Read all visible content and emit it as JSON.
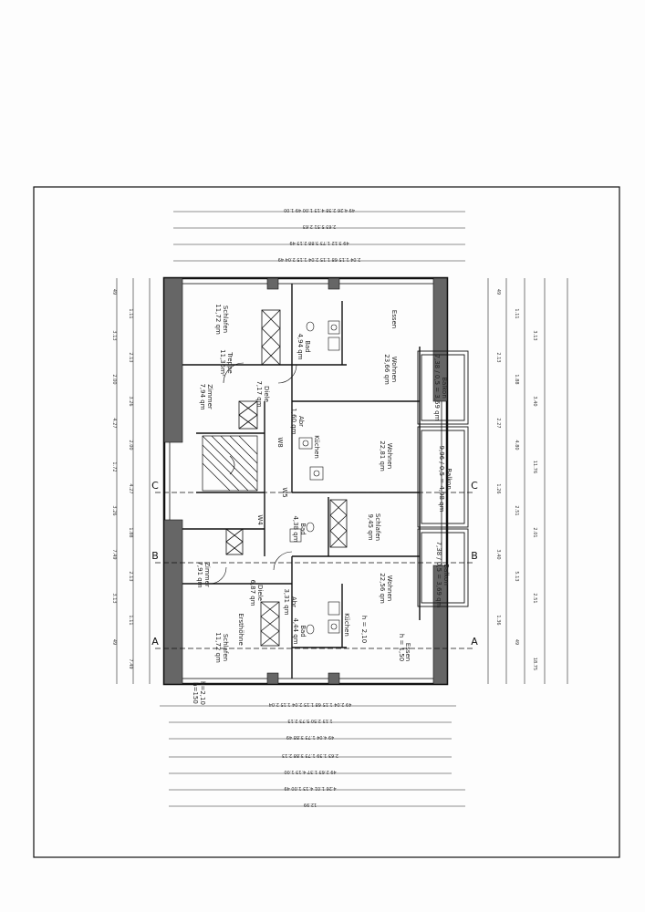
{
  "plan": {
    "rooms_upper": [
      {
        "name": "Schlafen",
        "area": "11,72 qm"
      },
      {
        "name": "Bad",
        "area": "4,94 qm"
      },
      {
        "name": "Zimmer",
        "area": "7,94 qm"
      },
      {
        "name": "Diele",
        "area": "7,17 qm"
      },
      {
        "name": "Wohnen",
        "area": "23,66 qm"
      },
      {
        "name": "Essen",
        "area": ""
      },
      {
        "name": "Balkon",
        "area": "7,38 / 0,5 = 3,69 qm"
      },
      {
        "name": "Abr",
        "area": "1,60 qm"
      },
      {
        "name": "Küchen",
        "area": ""
      },
      {
        "name": "Treppe",
        "area": "11,36m²"
      }
    ],
    "rooms_middle": [
      {
        "name": "Wohnen",
        "area": "22,81 qm"
      },
      {
        "name": "Balkon",
        "area": "9,96 / 0,5 = 4,98 qm"
      },
      {
        "name": "Schlafen",
        "area": "9,45 qm"
      },
      {
        "name": "Bad",
        "area": "4,38 qm"
      }
    ],
    "rooms_lower": [
      {
        "name": "Zimmer",
        "area": "7,91 qm"
      },
      {
        "name": "Diele",
        "area": "6,87 qm"
      },
      {
        "name": "Wohnen",
        "area": "22,56 qm"
      },
      {
        "name": "Balkon",
        "area": "7,38 / 0,5 = 3,69 qm"
      },
      {
        "name": "Abr",
        "area": "3,31 qm"
      },
      {
        "name": "Küchen",
        "area": ""
      },
      {
        "name": "Bad",
        "area": "4,44 qm"
      },
      {
        "name": "Schlafen",
        "area": "11,72 qm"
      },
      {
        "name": "Ersthöhne",
        "area": ""
      },
      {
        "name": "Essen",
        "area": ""
      }
    ],
    "misc_labels": [
      "W8",
      "W5",
      "W4",
      "h = 2,10",
      "h = 1,50",
      "h=150",
      "h=2,10"
    ],
    "sections": [
      "A",
      "B",
      "C"
    ],
    "dims_top_rows": [
      "49   4.26   2.38   4.13   1.00   49   1.00",
      "2.63   5.51   2.63",
      "49   3.12   1.73   3.88   2.13   49",
      "2.04   1.15   68   1.15   2.04   1.15   2.04   49"
    ],
    "dims_bottom_rows": [
      "49   2.04   1.15   68   1.15   2.04   1.15   2.04",
      "1.13   2.50   5.73   2.13",
      "49   4.04   1.73   3.88   49",
      "2.63   1.39   1.73   3.88   2.13",
      "49   2.63   1.37   4.13   1.00",
      "4.26   1.01   4.13   1.00   49",
      "12.99"
    ],
    "dims_left": [
      "49",
      "1.11",
      "3.13",
      "2.13",
      "2.00",
      "3.26",
      "4.27",
      "2.00",
      "1.72",
      "4.27",
      "3.26",
      "1.88",
      "7.49",
      "2.13",
      "3.13",
      "1.11",
      "49",
      "7.49"
    ],
    "dims_right": [
      "49",
      "1.11",
      "3.13",
      "2.13",
      "1.88",
      "3.40",
      "2.27",
      "4.80",
      "11.76",
      "1.26",
      "2.51",
      "2.01",
      "3.40",
      "5.13",
      "2.51",
      "1.36",
      "49",
      "18.75"
    ]
  }
}
